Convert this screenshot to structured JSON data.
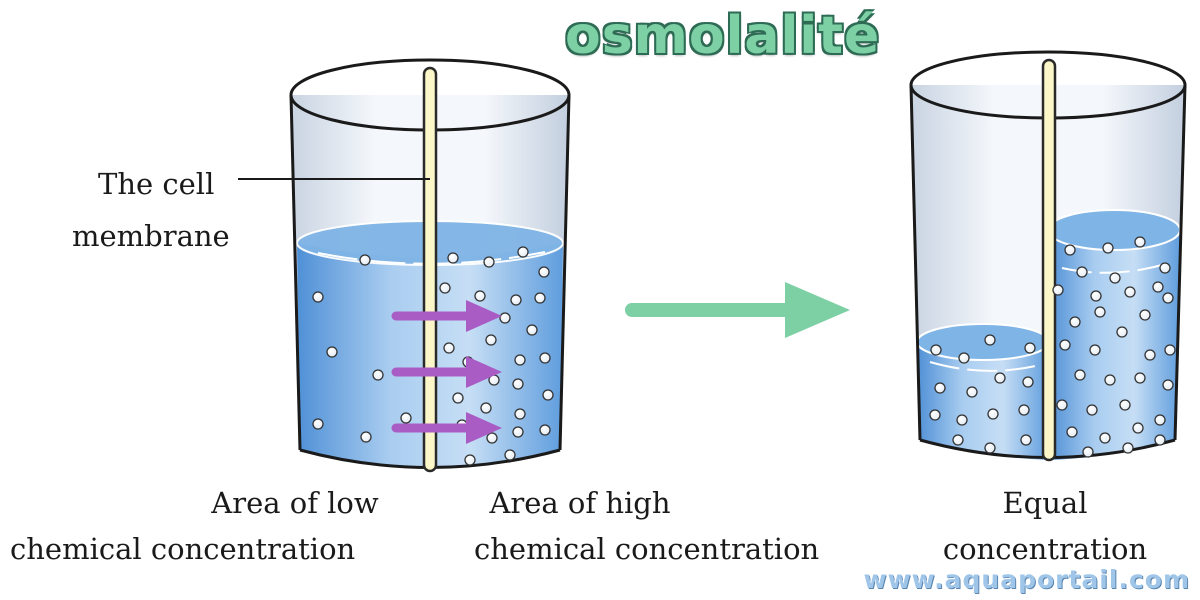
{
  "title": "osmolalité",
  "membrane_label": {
    "line1": "The cell",
    "line2": "membrane"
  },
  "left_beaker": {
    "low_label": {
      "line1": "Area of low",
      "line2": "chemical concentration"
    },
    "high_label": {
      "line1": "Area of high",
      "line2": "chemical concentration"
    }
  },
  "right_beaker": {
    "label": {
      "line1": "Equal",
      "line2": "concentration"
    }
  },
  "watermark": "www.aquaportail.com",
  "colors": {
    "title": "#7dcfa4",
    "arrow_green": "#7dcfa4",
    "arrow_purple": "#a95cc4",
    "water": "#6aa8e0",
    "membrane": "#fbf7c8"
  }
}
